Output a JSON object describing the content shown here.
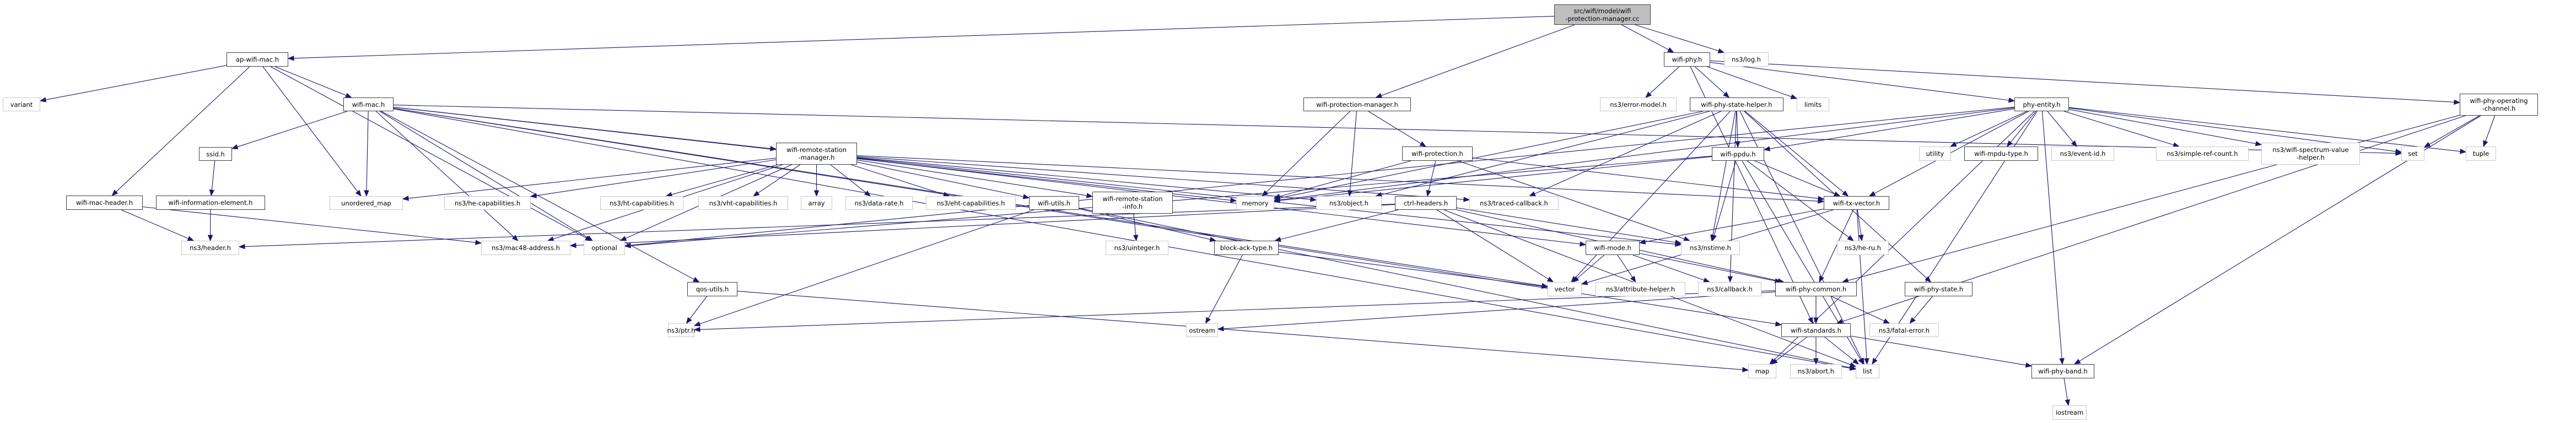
{
  "diagram": {
    "title": "Include dependency graph for wifi-protection-manager.cc",
    "colors": {
      "edge": "#191970",
      "root_fill": "#bfbfbf",
      "internal_border": "#404040",
      "external_border": "#c8c8c8"
    },
    "nodes": [
      {
        "id": "root",
        "label": "src/wifi/model/wifi\n-protection-manager.cc",
        "kind": "root"
      },
      {
        "id": "ap-wifi-mac",
        "label": "ap-wifi-mac.h",
        "kind": "internal"
      },
      {
        "id": "wifi-phy",
        "label": "wifi-phy.h",
        "kind": "internal"
      },
      {
        "id": "ns3-log",
        "label": "ns3/log.h",
        "kind": "external"
      },
      {
        "id": "variant",
        "label": "variant",
        "kind": "external"
      },
      {
        "id": "wifi-mac",
        "label": "wifi-mac.h",
        "kind": "internal"
      },
      {
        "id": "wifi-protection-manager",
        "label": "wifi-protection-manager.h",
        "kind": "internal"
      },
      {
        "id": "ns3-error-model",
        "label": "ns3/error-model.h",
        "kind": "external"
      },
      {
        "id": "wifi-phy-state-helper",
        "label": "wifi-phy-state-helper.h",
        "kind": "internal"
      },
      {
        "id": "limits",
        "label": "limits",
        "kind": "external"
      },
      {
        "id": "phy-entity",
        "label": "phy-entity.h",
        "kind": "internal"
      },
      {
        "id": "wifi-phy-operating-channel",
        "label": "wifi-phy-operating\n-channel.h",
        "kind": "internal"
      },
      {
        "id": "ssid",
        "label": "ssid.h",
        "kind": "internal"
      },
      {
        "id": "wifi-remote-station-manager",
        "label": "wifi-remote-station\n-manager.h",
        "kind": "internal"
      },
      {
        "id": "wifi-protection",
        "label": "wifi-protection.h",
        "kind": "internal"
      },
      {
        "id": "wifi-ppdu",
        "label": "wifi-ppdu.h",
        "kind": "internal"
      },
      {
        "id": "utility",
        "label": "utility",
        "kind": "external"
      },
      {
        "id": "wifi-mpdu-type",
        "label": "wifi-mpdu-type.h",
        "kind": "internal"
      },
      {
        "id": "ns3-event-id",
        "label": "ns3/event-id.h",
        "kind": "external"
      },
      {
        "id": "ns3-simple-ref-count",
        "label": "ns3/simple-ref-count.h",
        "kind": "external"
      },
      {
        "id": "ns3-wifi-spectrum-value-helper",
        "label": "ns3/wifi-spectrum-value\n-helper.h",
        "kind": "external"
      },
      {
        "id": "set",
        "label": "set",
        "kind": "external"
      },
      {
        "id": "tuple",
        "label": "tuple",
        "kind": "external"
      },
      {
        "id": "wifi-mac-header",
        "label": "wifi-mac-header.h",
        "kind": "internal"
      },
      {
        "id": "wifi-information-element",
        "label": "wifi-information-element.h",
        "kind": "internal"
      },
      {
        "id": "unordered-map",
        "label": "unordered_map",
        "kind": "external"
      },
      {
        "id": "ns3-he-capabilities",
        "label": "ns3/he-capabilities.h",
        "kind": "external"
      },
      {
        "id": "ns3-ht-capabilities",
        "label": "ns3/ht-capabilities.h",
        "kind": "external"
      },
      {
        "id": "ns3-vht-capabilities",
        "label": "ns3/vht-capabilities.h",
        "kind": "external"
      },
      {
        "id": "array",
        "label": "array",
        "kind": "external"
      },
      {
        "id": "ns3-data-rate",
        "label": "ns3/data-rate.h",
        "kind": "external"
      },
      {
        "id": "ns3-eht-capabilities",
        "label": "ns3/eht-capabilities.h",
        "kind": "external"
      },
      {
        "id": "wifi-utils",
        "label": "wifi-utils.h",
        "kind": "internal"
      },
      {
        "id": "wifi-remote-station-info",
        "label": "wifi-remote-station\n-info.h",
        "kind": "internal"
      },
      {
        "id": "memory",
        "label": "memory",
        "kind": "external"
      },
      {
        "id": "ns3-object",
        "label": "ns3/object.h",
        "kind": "external"
      },
      {
        "id": "ctrl-headers",
        "label": "ctrl-headers.h",
        "kind": "internal"
      },
      {
        "id": "ns3-traced-callback",
        "label": "ns3/traced-callback.h",
        "kind": "external"
      },
      {
        "id": "wifi-tx-vector",
        "label": "wifi-tx-vector.h",
        "kind": "internal"
      },
      {
        "id": "ns3-header",
        "label": "ns3/header.h",
        "kind": "external"
      },
      {
        "id": "ns3-mac48-address",
        "label": "ns3/mac48-address.h",
        "kind": "external"
      },
      {
        "id": "optional",
        "label": "optional",
        "kind": "external"
      },
      {
        "id": "ns3-uinteger",
        "label": "ns3/uinteger.h",
        "kind": "external"
      },
      {
        "id": "block-ack-type",
        "label": "block-ack-type.h",
        "kind": "internal"
      },
      {
        "id": "wifi-mode",
        "label": "wifi-mode.h",
        "kind": "internal"
      },
      {
        "id": "ns3-nstime",
        "label": "ns3/nstime.h",
        "kind": "external"
      },
      {
        "id": "ns3-he-ru",
        "label": "ns3/he-ru.h",
        "kind": "external"
      },
      {
        "id": "qos-utils",
        "label": "qos-utils.h",
        "kind": "internal"
      },
      {
        "id": "vector",
        "label": "vector",
        "kind": "external"
      },
      {
        "id": "ns3-attribute-helper",
        "label": "ns3/attribute-helper.h",
        "kind": "external"
      },
      {
        "id": "ns3-callback",
        "label": "ns3/callback.h",
        "kind": "external"
      },
      {
        "id": "wifi-phy-common",
        "label": "wifi-phy-common.h",
        "kind": "internal"
      },
      {
        "id": "wifi-phy-state",
        "label": "wifi-phy-state.h",
        "kind": "internal"
      },
      {
        "id": "ns3-ptr",
        "label": "ns3/ptr.h",
        "kind": "external"
      },
      {
        "id": "ostream",
        "label": "ostream",
        "kind": "external"
      },
      {
        "id": "wifi-standards",
        "label": "wifi-standards.h",
        "kind": "internal"
      },
      {
        "id": "ns3-fatal-error",
        "label": "ns3/fatal-error.h",
        "kind": "external"
      },
      {
        "id": "map",
        "label": "map",
        "kind": "external"
      },
      {
        "id": "ns3-abort",
        "label": "ns3/abort.h",
        "kind": "external"
      },
      {
        "id": "list",
        "label": "list",
        "kind": "external"
      },
      {
        "id": "wifi-phy-band",
        "label": "wifi-phy-band.h",
        "kind": "internal"
      },
      {
        "id": "iostream",
        "label": "iostream",
        "kind": "external"
      }
    ],
    "edges": [
      [
        "root",
        "ap-wifi-mac"
      ],
      [
        "root",
        "wifi-phy"
      ],
      [
        "root",
        "ns3-log"
      ],
      [
        "root",
        "wifi-protection-manager"
      ],
      [
        "ap-wifi-mac",
        "variant"
      ],
      [
        "ap-wifi-mac",
        "wifi-mac"
      ],
      [
        "ap-wifi-mac",
        "wifi-mac-header"
      ],
      [
        "ap-wifi-mac",
        "unordered-map"
      ],
      [
        "ap-wifi-mac",
        "optional"
      ],
      [
        "wifi-mac",
        "ssid"
      ],
      [
        "wifi-mac",
        "wifi-remote-station-manager"
      ],
      [
        "wifi-mac",
        "qos-utils"
      ],
      [
        "wifi-mac",
        "unordered-map"
      ],
      [
        "wifi-mac",
        "ns3-mac48-address"
      ],
      [
        "wifi-mac",
        "optional"
      ],
      [
        "wifi-mac",
        "memory"
      ],
      [
        "wifi-mac",
        "set"
      ],
      [
        "wifi-mac",
        "vector"
      ],
      [
        "wifi-mac",
        "wifi-standards"
      ],
      [
        "wifi-mac",
        "list"
      ],
      [
        "ssid",
        "wifi-information-element"
      ],
      [
        "wifi-information-element",
        "ns3-header"
      ],
      [
        "wifi-mac-header",
        "ns3-header"
      ],
      [
        "wifi-mac-header",
        "ns3-mac48-address"
      ],
      [
        "wifi-remote-station-manager",
        "unordered-map"
      ],
      [
        "wifi-remote-station-manager",
        "ns3-he-capabilities"
      ],
      [
        "wifi-remote-station-manager",
        "ns3-ht-capabilities"
      ],
      [
        "wifi-remote-station-manager",
        "ns3-vht-capabilities"
      ],
      [
        "wifi-remote-station-manager",
        "array"
      ],
      [
        "wifi-remote-station-manager",
        "ns3-data-rate"
      ],
      [
        "wifi-remote-station-manager",
        "ns3-eht-capabilities"
      ],
      [
        "wifi-remote-station-manager",
        "wifi-utils"
      ],
      [
        "wifi-remote-station-manager",
        "wifi-remote-station-info"
      ],
      [
        "wifi-remote-station-manager",
        "ns3-object"
      ],
      [
        "wifi-remote-station-manager",
        "ns3-traced-callback"
      ],
      [
        "wifi-remote-station-manager",
        "wifi-tx-vector"
      ],
      [
        "wifi-remote-station-manager",
        "ns3-mac48-address"
      ],
      [
        "wifi-remote-station-manager",
        "optional"
      ],
      [
        "wifi-remote-station-manager",
        "wifi-mode"
      ],
      [
        "wifi-remote-station-manager",
        "ns3-nstime"
      ],
      [
        "wifi-utils",
        "block-ack-type"
      ],
      [
        "wifi-utils",
        "ns3-ptr"
      ],
      [
        "wifi-utils",
        "list"
      ],
      [
        "wifi-remote-station-info",
        "ns3-uinteger"
      ],
      [
        "block-ack-type",
        "ostream"
      ],
      [
        "block-ack-type",
        "vector"
      ],
      [
        "qos-utils",
        "ns3-ptr"
      ],
      [
        "qos-utils",
        "map"
      ],
      [
        "wifi-protection-manager",
        "memory"
      ],
      [
        "wifi-protection-manager",
        "ns3-object"
      ],
      [
        "wifi-protection-manager",
        "wifi-protection"
      ],
      [
        "wifi-protection",
        "ctrl-headers"
      ],
      [
        "wifi-protection",
        "memory"
      ],
      [
        "wifi-protection",
        "ns3-nstime"
      ],
      [
        "wifi-protection",
        "wifi-tx-vector"
      ],
      [
        "ctrl-headers",
        "block-ack-type"
      ],
      [
        "ctrl-headers",
        "ns3-header"
      ],
      [
        "ctrl-headers",
        "ns3-mac48-address"
      ],
      [
        "ctrl-headers",
        "vector"
      ],
      [
        "ctrl-headers",
        "ns3-nstime"
      ],
      [
        "ctrl-headers",
        "wifi-phy-common"
      ],
      [
        "ctrl-headers",
        "list"
      ],
      [
        "wifi-phy",
        "ns3-error-model"
      ],
      [
        "wifi-phy",
        "wifi-phy-state-helper"
      ],
      [
        "wifi-phy",
        "limits"
      ],
      [
        "wifi-phy",
        "phy-entity"
      ],
      [
        "wifi-phy",
        "wifi-phy-operating-channel"
      ],
      [
        "wifi-phy",
        "wifi-standards"
      ],
      [
        "wifi-phy-state-helper",
        "wifi-ppdu"
      ],
      [
        "wifi-phy-state-helper",
        "wifi-phy-state"
      ],
      [
        "wifi-phy-state-helper",
        "ns3-object"
      ],
      [
        "wifi-phy-state-helper",
        "ns3-traced-callback"
      ],
      [
        "wifi-phy-state-helper",
        "ns3-nstime"
      ],
      [
        "wifi-phy-state-helper",
        "ns3-callback"
      ],
      [
        "wifi-phy-state-helper",
        "vector"
      ],
      [
        "wifi-phy-state-helper",
        "wifi-tx-vector"
      ],
      [
        "wifi-phy-state-helper",
        "list"
      ],
      [
        "wifi-phy-state-helper",
        "memory"
      ],
      [
        "phy-entity",
        "utility"
      ],
      [
        "phy-entity",
        "wifi-mpdu-type"
      ],
      [
        "phy-entity",
        "ns3-event-id"
      ],
      [
        "phy-entity",
        "ns3-simple-ref-count"
      ],
      [
        "phy-entity",
        "ns3-wifi-spectrum-value-helper"
      ],
      [
        "phy-entity",
        "set"
      ],
      [
        "phy-entity",
        "tuple"
      ],
      [
        "phy-entity",
        "wifi-ppdu"
      ],
      [
        "phy-entity",
        "wifi-tx-vector"
      ],
      [
        "phy-entity",
        "wifi-phy-band"
      ],
      [
        "phy-entity",
        "list"
      ],
      [
        "phy-entity",
        "memory"
      ],
      [
        "phy-entity",
        "optional"
      ],
      [
        "phy-entity",
        "map"
      ],
      [
        "wifi-phy-operating-channel",
        "set"
      ],
      [
        "wifi-phy-operating-channel",
        "tuple"
      ],
      [
        "wifi-phy-operating-channel",
        "wifi-phy-band"
      ],
      [
        "wifi-phy-operating-channel",
        "wifi-standards"
      ],
      [
        "wifi-phy-operating-channel",
        "wifi-phy-common"
      ],
      [
        "wifi-ppdu",
        "wifi-tx-vector"
      ],
      [
        "wifi-ppdu",
        "ns3-nstime"
      ],
      [
        "wifi-ppdu",
        "ns3-he-ru"
      ],
      [
        "wifi-ppdu",
        "optional"
      ],
      [
        "wifi-ppdu",
        "list"
      ],
      [
        "wifi-ppdu",
        "memory"
      ],
      [
        "wifi-tx-vector",
        "wifi-mode"
      ],
      [
        "wifi-tx-vector",
        "ns3-he-ru"
      ],
      [
        "wifi-tx-vector",
        "wifi-phy-common"
      ],
      [
        "wifi-tx-vector",
        "vector"
      ],
      [
        "wifi-tx-vector",
        "list"
      ],
      [
        "wifi-mode",
        "vector"
      ],
      [
        "wifi-mode",
        "ns3-attribute-helper"
      ],
      [
        "wifi-mode",
        "ns3-callback"
      ],
      [
        "wifi-mode",
        "wifi-phy-common"
      ],
      [
        "wifi-phy-common",
        "wifi-standards"
      ],
      [
        "wifi-phy-common",
        "ns3-fatal-error"
      ],
      [
        "wifi-phy-common",
        "ns3-ptr"
      ],
      [
        "wifi-phy-common",
        "ostream"
      ],
      [
        "wifi-phy-state",
        "ns3-fatal-error"
      ],
      [
        "wifi-standards",
        "map"
      ],
      [
        "wifi-standards",
        "ns3-abort"
      ],
      [
        "wifi-standards",
        "list"
      ],
      [
        "wifi-standards",
        "wifi-phy-band"
      ],
      [
        "wifi-phy-band",
        "iostream"
      ]
    ]
  }
}
